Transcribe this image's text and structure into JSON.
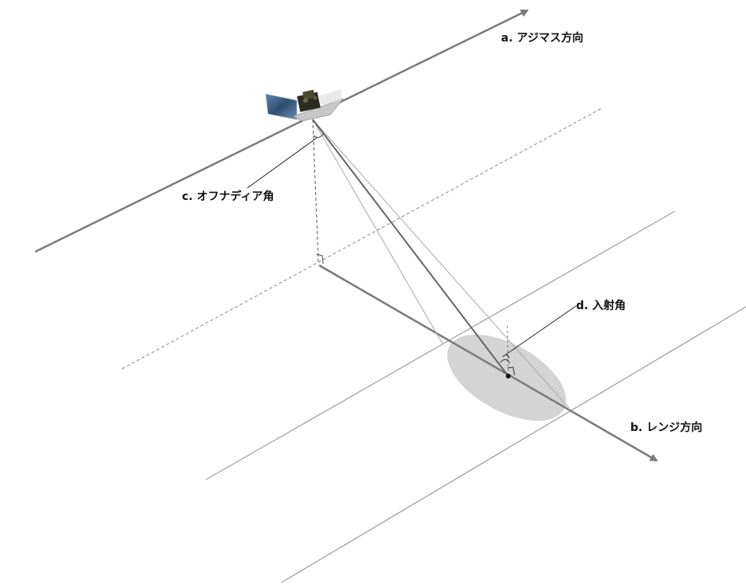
{
  "labels": {
    "azimuth": "a. アジマス方向",
    "range": "b. レンジ方向",
    "off_nadir": "c. オフナディア角",
    "incidence": "d. 入射角"
  },
  "colors": {
    "axis": "#7a7a7a",
    "ground_line": "#8a8a8a",
    "footprint": "#d4d4d4",
    "satellite_body": "#c0c0c0",
    "solar_panel": "#2f4d6e",
    "text": "#111111"
  },
  "icons": {
    "satellite": "satellite-icon"
  }
}
